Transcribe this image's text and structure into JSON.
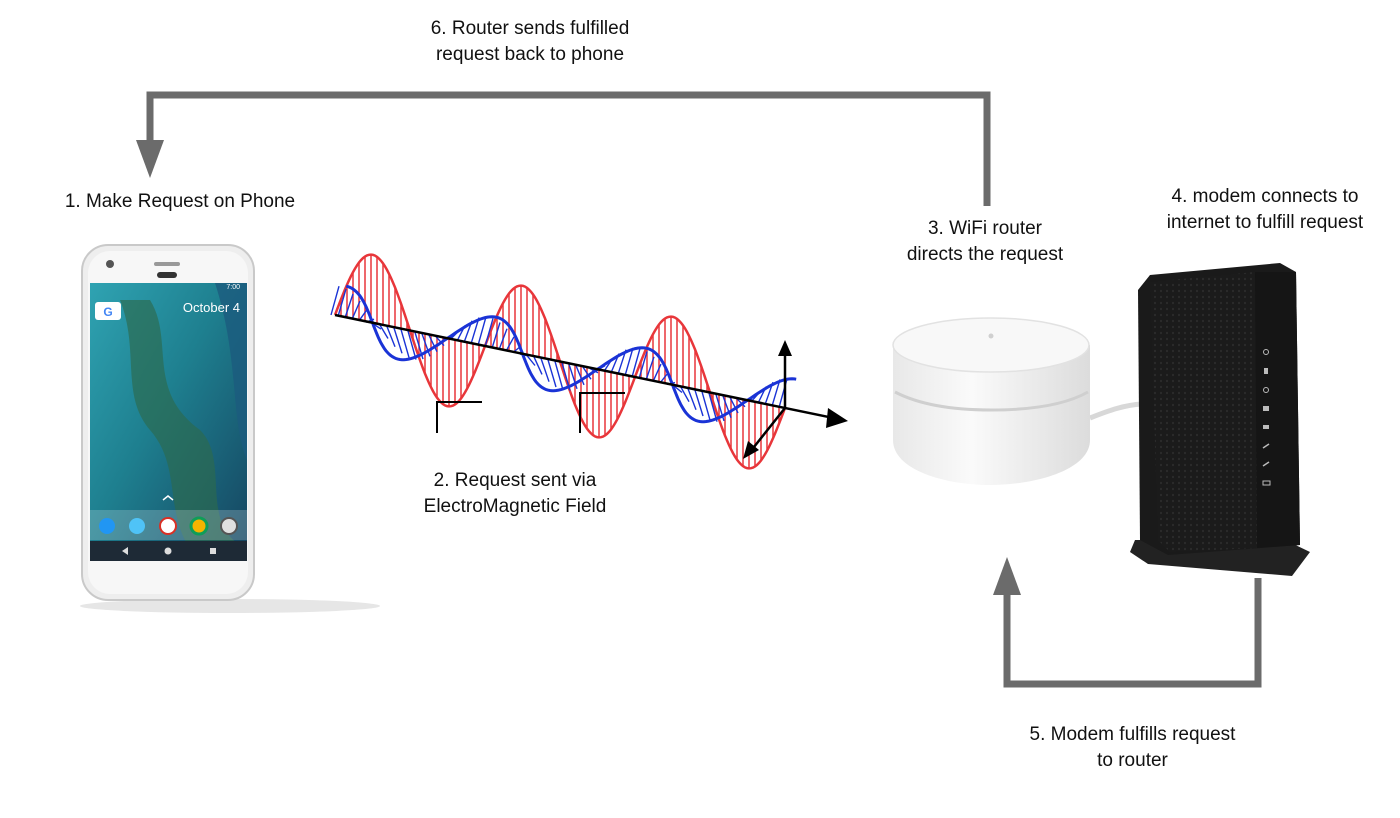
{
  "steps": {
    "s1": "1. Make Request on Phone",
    "s2": "2. Request sent via\nElectroMagnetic Field",
    "s3": "3. WiFi router\ndirects the request",
    "s4": "4. modem connects to\ninternet to fulfill request",
    "s5": "5. Modem fulfills request\nto router",
    "s6": "6. Router sends fulfilled\nrequest back to phone"
  },
  "phone": {
    "date": "October 4",
    "time": "7:00"
  },
  "colors": {
    "arrow": "#6b6b6b",
    "wave_e": "#e8363a",
    "wave_b": "#1a33d6",
    "axis": "#000000",
    "router": "#f1f1f1",
    "modem": "#1b1b1b",
    "phone_body": "#eeeeee",
    "phone_screen": "#1f7d8e"
  },
  "icons": [
    "phone-image",
    "wifi-router-image",
    "modem-image",
    "em-wave-graphic",
    "arrow-icon"
  ]
}
